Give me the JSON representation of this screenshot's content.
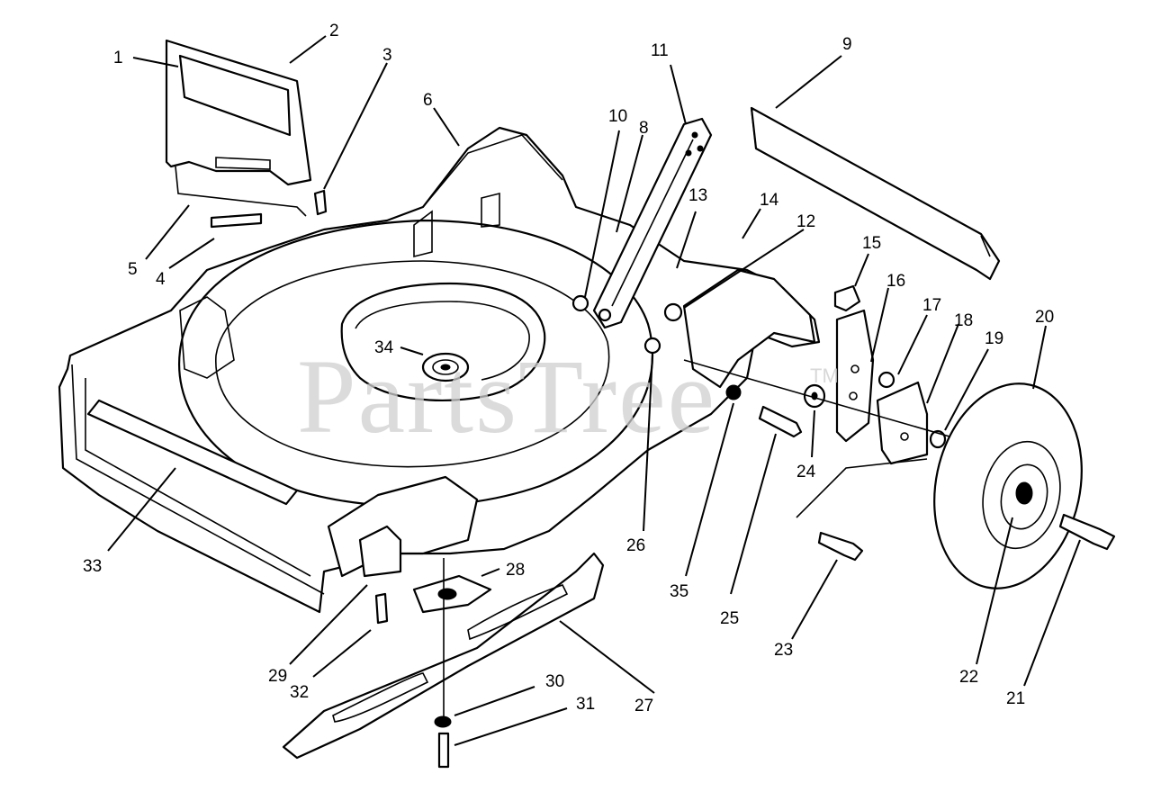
{
  "watermark": {
    "text": "PartsTree",
    "mark": "TM"
  },
  "callouts": [
    {
      "id": "1",
      "label": "1"
    },
    {
      "id": "2",
      "label": "2"
    },
    {
      "id": "3",
      "label": "3"
    },
    {
      "id": "4",
      "label": "4"
    },
    {
      "id": "5",
      "label": "5"
    },
    {
      "id": "6",
      "label": "6"
    },
    {
      "id": "8",
      "label": "8"
    },
    {
      "id": "9",
      "label": "9"
    },
    {
      "id": "10",
      "label": "10"
    },
    {
      "id": "11",
      "label": "11"
    },
    {
      "id": "12",
      "label": "12"
    },
    {
      "id": "13",
      "label": "13"
    },
    {
      "id": "14",
      "label": "14"
    },
    {
      "id": "15",
      "label": "15"
    },
    {
      "id": "16",
      "label": "16"
    },
    {
      "id": "17",
      "label": "17"
    },
    {
      "id": "18",
      "label": "18"
    },
    {
      "id": "19",
      "label": "19"
    },
    {
      "id": "20",
      "label": "20"
    },
    {
      "id": "21",
      "label": "21"
    },
    {
      "id": "22",
      "label": "22"
    },
    {
      "id": "23",
      "label": "23"
    },
    {
      "id": "24",
      "label": "24"
    },
    {
      "id": "25",
      "label": "25"
    },
    {
      "id": "26",
      "label": "26"
    },
    {
      "id": "27",
      "label": "27"
    },
    {
      "id": "28",
      "label": "28"
    },
    {
      "id": "29",
      "label": "29"
    },
    {
      "id": "30",
      "label": "30"
    },
    {
      "id": "31",
      "label": "31"
    },
    {
      "id": "32",
      "label": "32"
    },
    {
      "id": "33",
      "label": "33"
    },
    {
      "id": "34",
      "label": "34"
    },
    {
      "id": "35",
      "label": "35"
    }
  ]
}
